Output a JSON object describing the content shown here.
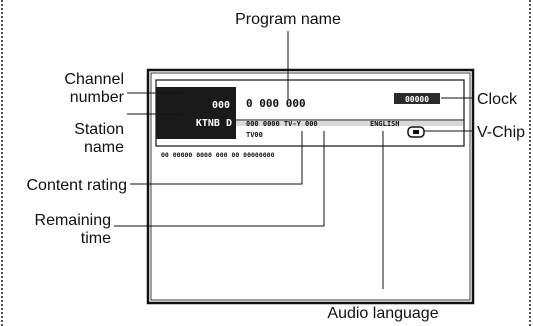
{
  "labels": {
    "program_name": "Program name",
    "channel_number_line1": "Channel",
    "channel_number_line2": "number",
    "station_name_line1": "Station",
    "station_name_line2": "name",
    "content_rating": "Content rating",
    "remaining_time_line1": "Remaining",
    "remaining_time_line2": "time",
    "clock": "Clock",
    "v_chip": "V-Chip",
    "audio_language": "Audio language"
  },
  "screen": {
    "channel_number": "000",
    "station_name": "KTNB D",
    "program_name": "0 000 000",
    "clock": "00000",
    "rating_row": "000 0000 TV-Y 000",
    "rating_sub": "TV00",
    "audio": "ENGLISH",
    "info_row": "00 00000 0000 000 00 00000000"
  },
  "colors": {
    "line": "#111111",
    "screen_dark": "#1a1a1a",
    "badge": "#2a2a2a"
  }
}
